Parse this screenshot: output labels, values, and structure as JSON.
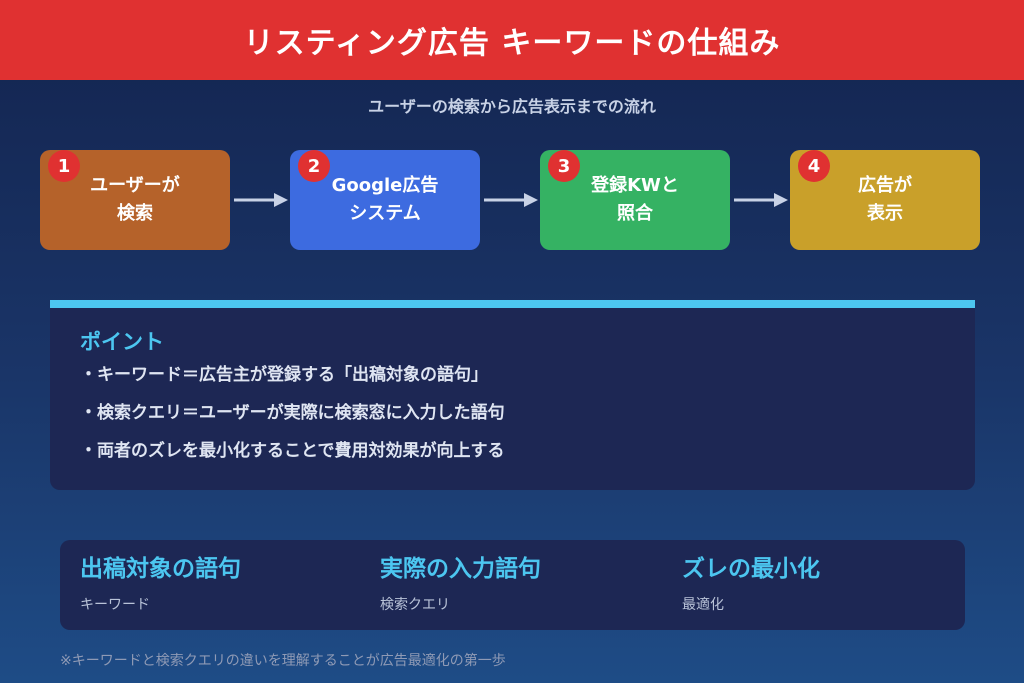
{
  "header": {
    "title": "リスティング広告 キーワードの仕組み"
  },
  "subtitle": "ユーザーの検索から広告表示までの流れ",
  "steps": [
    {
      "num": "1",
      "line1": "ユーザーが",
      "line2": "検索",
      "color": "#b5622a"
    },
    {
      "num": "2",
      "line1": "Google広告",
      "line2": "システム",
      "color": "#3d6be0"
    },
    {
      "num": "3",
      "line1": "登録KWと",
      "line2": "照合",
      "color": "#35b263"
    },
    {
      "num": "4",
      "line1": "広告が",
      "line2": "表示",
      "color": "#c9a02a"
    }
  ],
  "points": {
    "title": "ポイント",
    "items": [
      "・キーワード＝広告主が登録する「出稿対象の語句」",
      "・検索クエリ＝ユーザーが実際に検索窓に入力した語句",
      "・両者のズレを最小化することで費用対効果が向上する"
    ]
  },
  "summary": [
    {
      "title": "出稿対象の語句",
      "sub": "キーワード"
    },
    {
      "title": "実際の入力語句",
      "sub": "検索クエリ"
    },
    {
      "title": "ズレの最小化",
      "sub": "最適化"
    }
  ],
  "footnote": "※キーワードと検索クエリの違いを理解することが広告最適化の第一歩",
  "colors": {
    "header": "#e03131",
    "accent": "#4cc6f0",
    "panel": "#1d2754"
  }
}
